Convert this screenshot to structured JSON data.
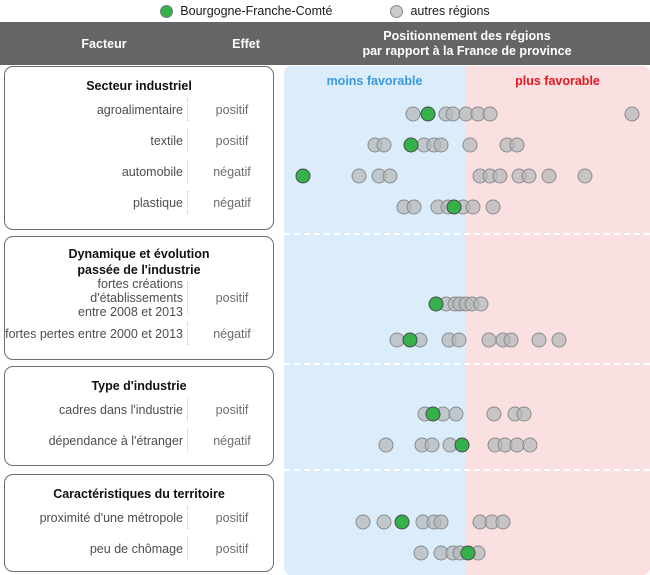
{
  "legend": {
    "items": [
      {
        "icon": "green-circle-icon",
        "label": "Bourgogne-Franche-Comté"
      },
      {
        "icon": "grey-circle-icon",
        "label": "autres régions"
      }
    ]
  },
  "header": {
    "facteur": "Facteur",
    "effet": "Effet",
    "position_line1": "Positionnement des régions",
    "position_line2": "par rapport à la France de province"
  },
  "plot": {
    "moins_favorable": "moins favorable",
    "plus_favorable": "plus favorable",
    "colors": {
      "blue_zone": "#dbecfa",
      "pink_zone": "#fbe0e2",
      "moins_text": "#3a9bdc",
      "plus_text": "#e8161f",
      "highlight_region": "#35b14a",
      "other_region": "#b4b8ba",
      "header_band": "#656565"
    },
    "axis": {
      "center_x_pct": 49.5,
      "min": 0,
      "max": 100
    }
  },
  "chart_data": {
    "type": "scatter",
    "title": "Positionnement des régions par rapport à la France de province",
    "xlabel": "",
    "ylabel": "",
    "legend": [
      "Bourgogne-Franche-Comté",
      "autres régions"
    ],
    "legend_position": "top",
    "grid": false,
    "x_zones": [
      {
        "name": "moins favorable",
        "range": [
          0,
          49.5
        ],
        "color": "#dbecfa"
      },
      {
        "name": "plus favorable",
        "range": [
          49.5,
          100
        ],
        "color": "#fbe0e2"
      }
    ],
    "sections": [
      {
        "title": "Secteur industriel",
        "rows": [
          {
            "label": "agroalimentaire",
            "effect": "positif",
            "highlight": 39.3,
            "others": [
              35.2,
              44.3,
              46.2,
              49.7,
              53.0,
              56.3,
              95.1
            ]
          },
          {
            "label": "textile",
            "effect": "positif",
            "highlight": 34.7,
            "others": [
              24.9,
              27.3,
              38.3,
              41.0,
              42.9,
              50.8,
              60.9,
              63.7
            ]
          },
          {
            "label": "automobile",
            "effect": "négatif",
            "highlight": 5.2,
            "others": [
              20.5,
              26.0,
              29.0,
              53.6,
              56.3,
              59.0,
              64.2,
              66.9,
              72.4,
              82.2
            ]
          },
          {
            "label": "plastique",
            "effect": "négatif",
            "highlight": 46.4,
            "others": [
              32.8,
              35.5,
              42.1,
              44.8,
              48.9,
              51.6,
              57.1
            ]
          }
        ]
      },
      {
        "title": "Dynamique et évolution passée de l'industrie",
        "title_line1": "Dynamique et évolution",
        "title_line2": "passée de l'industrie",
        "rows": [
          {
            "label": "fortes créations d'établissements entre 2008 et 2013",
            "effect": "positif",
            "label_line1": "fortes créations d'établissements",
            "label_line2": "entre 2008 et 2013",
            "highlight": 41.5,
            "others": [
              44.3,
              46.7,
              48.1,
              49.7,
              51.4,
              53.8
            ]
          },
          {
            "label": "fortes pertes entre 2000 et 2013",
            "effect": "négatif",
            "highlight": 34.4,
            "others": [
              30.9,
              37.2,
              45.1,
              47.8,
              56.0,
              59.8,
              62.0,
              69.7,
              75.1
            ]
          }
        ]
      },
      {
        "title": "Type d'industrie",
        "rows": [
          {
            "label": "cadres dans l'industrie",
            "effect": "positif",
            "highlight": 40.7,
            "others": [
              38.5,
              43.4,
              47.0,
              57.4,
              63.1,
              65.6
            ]
          },
          {
            "label": "dépendance à l'étranger",
            "effect": "négatif",
            "highlight": 48.6,
            "others": [
              27.9,
              37.7,
              40.4,
              45.4,
              57.7,
              60.4,
              63.7,
              67.2
            ]
          }
        ]
      },
      {
        "title": "Caractéristiques du territoire",
        "rows": [
          {
            "label": "proximité d'une métropole",
            "effect": "positif",
            "highlight": 32.2,
            "others": [
              21.6,
              27.3,
              38.0,
              41.0,
              42.9,
              53.6,
              56.8,
              59.8
            ]
          },
          {
            "label": "peu de chômage",
            "effect": "positif",
            "highlight": 50.3,
            "others": [
              37.4,
              42.9,
              46.2,
              48.1,
              53.0
            ]
          }
        ]
      }
    ]
  }
}
